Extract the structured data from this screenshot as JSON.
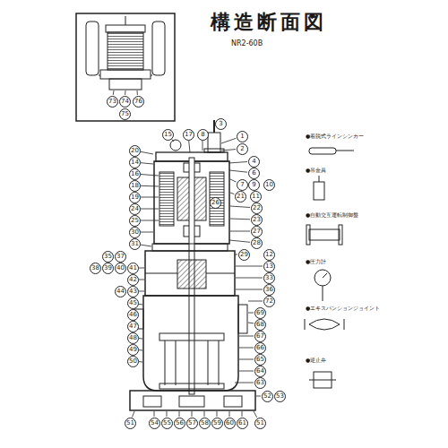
{
  "diagram": {
    "title": "構造断面図",
    "nodes": [
      {
        "text": [
          "73"
        ]
      },
      {
        "text": [
          "74"
        ]
      },
      {
        "text": [
          "76"
        ]
      },
      {
        "text": [
          "75"
        ]
      },
      {
        "text": [
          "15"
        ]
      },
      {
        "text": [
          "17"
        ]
      },
      {
        "text": [
          "8"
        ]
      },
      {
        "text": [
          "3"
        ]
      },
      {
        "text": [
          "1"
        ]
      },
      {
        "text": [
          "2"
        ]
      },
      {
        "text": [
          "4"
        ]
      },
      {
        "text": [
          "6"
        ]
      },
      {
        "text": [
          "7"
        ]
      },
      {
        "text": [
          "9"
        ]
      },
      {
        "text": [
          "10"
        ]
      },
      {
        "text": [
          "21"
        ]
      },
      {
        "text": [
          "11"
        ]
      },
      {
        "text": [
          "22"
        ]
      },
      {
        "text": [
          "26"
        ]
      },
      {
        "text": [
          "23"
        ]
      },
      {
        "text": [
          "27"
        ]
      },
      {
        "text": [
          "28"
        ]
      },
      {
        "text": [
          "29"
        ]
      },
      {
        "text": [
          "12"
        ]
      },
      {
        "text": [
          "13"
        ]
      },
      {
        "text": [
          "33"
        ]
      },
      {
        "text": [
          "36"
        ]
      },
      {
        "text": [
          "72"
        ]
      },
      {
        "text": [
          "69"
        ]
      },
      {
        "text": [
          "68"
        ]
      },
      {
        "text": [
          "67"
        ]
      },
      {
        "text": [
          "66"
        ]
      },
      {
        "text": [
          "65"
        ]
      },
      {
        "text": [
          "64"
        ]
      },
      {
        "text": [
          "63"
        ]
      },
      {
        "text": [
          "52"
        ]
      },
      {
        "text": [
          "53"
        ]
      },
      {
        "text": [
          "51"
        ]
      },
      {
        "text": [
          "54"
        ]
      },
      {
        "text": [
          "55"
        ]
      },
      {
        "text": [
          "56"
        ]
      },
      {
        "text": [
          "57"
        ]
      },
      {
        "text": [
          "58"
        ]
      },
      {
        "text": [
          "59"
        ]
      },
      {
        "text": [
          "60"
        ]
      },
      {
        "text": [
          "61"
        ]
      },
      {
        "text": [
          "51"
        ]
      },
      {
        "text": [
          "20"
        ]
      },
      {
        "text": [
          "14"
        ]
      },
      {
        "text": [
          "16"
        ]
      },
      {
        "text": [
          "18"
        ]
      },
      {
        "text": [
          "19"
        ]
      },
      {
        "text": [
          "24"
        ]
      },
      {
        "text": [
          "25"
        ]
      },
      {
        "text": [
          "30"
        ]
      },
      {
        "text": [
          "31"
        ]
      },
      {
        "text": [
          "35"
        ]
      },
      {
        "text": [
          "37"
        ]
      },
      {
        "text": [
          "38"
        ]
      },
      {
        "text": [
          "39"
        ]
      },
      {
        "text": [
          "40"
        ]
      },
      {
        "text": [
          "41"
        ]
      },
      {
        "text": [
          "42"
        ]
      },
      {
        "text": [
          "44"
        ]
      },
      {
        "text": [
          "43"
        ]
      },
      {
        "text": [
          "45"
        ]
      },
      {
        "text": [
          "46"
        ]
      },
      {
        "text": [
          "47"
        ]
      },
      {
        "text": [
          "48"
        ]
      },
      {
        "text": [
          "49"
        ]
      },
      {
        "text": [
          "50"
        ]
      }
    ],
    "labels": [
      "NR2-60B",
      "●着脱式ラインシンカー",
      "●吊金具",
      "●自動交互運転制御盤",
      "●圧力計",
      "●エキスパンションジョイント",
      "●逆止弁"
    ]
  }
}
